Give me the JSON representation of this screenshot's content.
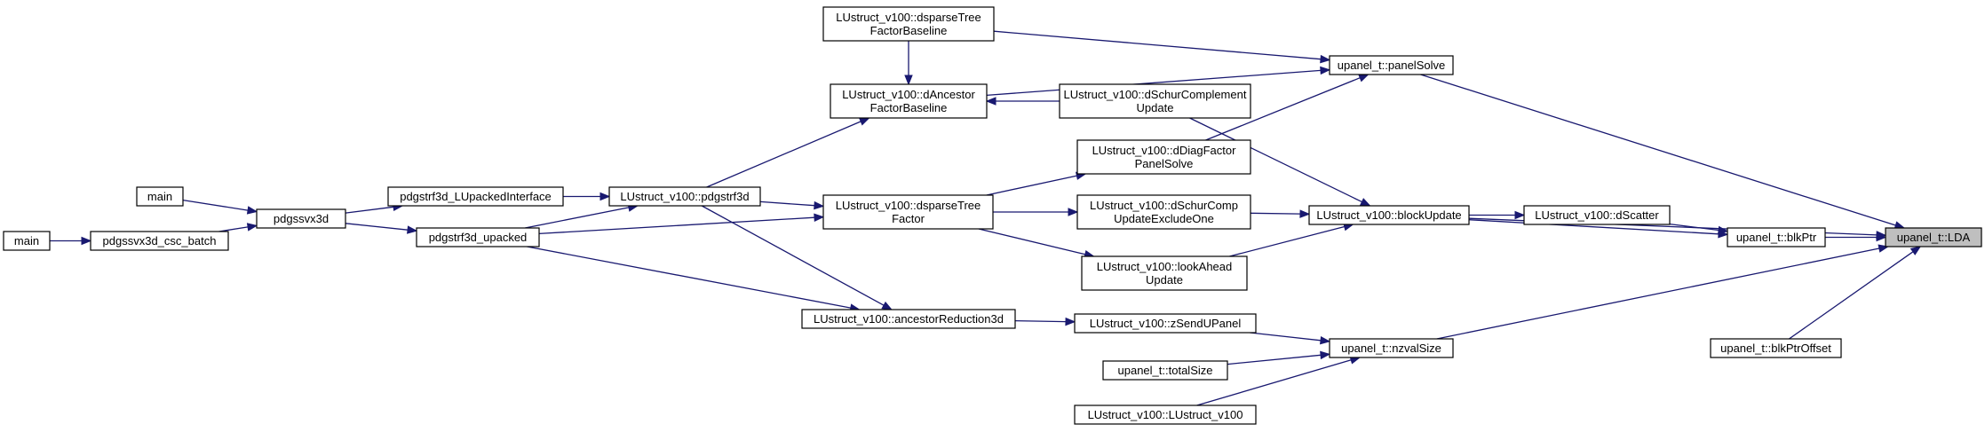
{
  "colors": {
    "edge": "#191970",
    "node_fill": "#ffffff",
    "focus_fill": "#bfbfbf",
    "border": "#000000"
  },
  "nodes": {
    "lda": [
      "upanel_t::LDA"
    ],
    "blkptr": [
      "upanel_t::blkPtr"
    ],
    "blkptroffset": [
      "upanel_t::blkPtrOffset"
    ],
    "dscatter": [
      "LUstruct_v100::dScatter"
    ],
    "blockupdate": [
      "LUstruct_v100::blockUpdate"
    ],
    "panelsolve": [
      "upanel_t::panelSolve"
    ],
    "nzvalsize": [
      "upanel_t::nzvalSize"
    ],
    "dspbaseline": [
      "LUstruct_v100::dsparseTree",
      "FactorBaseline"
    ],
    "dancestorbaseline": [
      "LUstruct_v100::dAncestor",
      "FactorBaseline"
    ],
    "dschurcomp": [
      "LUstruct_v100::dSchurComplement",
      "Update"
    ],
    "ddiagfactor": [
      "LUstruct_v100::dDiagFactor",
      "PanelSolve"
    ],
    "dschurcompexcl": [
      "LUstruct_v100::dSchurComp",
      "UpdateExcludeOne"
    ],
    "lookahead": [
      "LUstruct_v100::lookAhead",
      "Update"
    ],
    "zsendupanel": [
      "LUstruct_v100::zSendUPanel"
    ],
    "totalsize": [
      "upanel_t::totalSize"
    ],
    "luctor": [
      "LUstruct_v100::LUstruct_v100"
    ],
    "dsparsetree": [
      "LUstruct_v100::dsparseTree",
      "Factor"
    ],
    "ancestorred": [
      "LUstruct_v100::ancestorReduction3d"
    ],
    "pdgstrf3d": [
      "LUstruct_v100::pdgstrf3d"
    ],
    "lupackedif": [
      "pdgstrf3d_LUpackedInterface"
    ],
    "upacked": [
      "pdgstrf3d_upacked"
    ],
    "pdgssvx3d": [
      "pdgssvx3d"
    ],
    "main1": [
      "main"
    ],
    "csc_batch": [
      "pdgssvx3d_csc_batch"
    ],
    "main2": [
      "main"
    ]
  },
  "edges": [
    [
      "blkptr",
      "lda"
    ],
    [
      "blkptroffset",
      "lda"
    ],
    [
      "blockupdate",
      "lda"
    ],
    [
      "panelsolve",
      "lda"
    ],
    [
      "nzvalsize",
      "lda"
    ],
    [
      "dscatter",
      "blkptr"
    ],
    [
      "blockupdate",
      "blkptr"
    ],
    [
      "blockupdate",
      "dscatter"
    ],
    [
      "dschurcomp",
      "blockupdate"
    ],
    [
      "dschurcompexcl",
      "blockupdate"
    ],
    [
      "lookahead",
      "blockupdate"
    ],
    [
      "dspbaseline",
      "panelsolve"
    ],
    [
      "dancestorbaseline",
      "panelsolve"
    ],
    [
      "ddiagfactor",
      "panelsolve"
    ],
    [
      "zsendupanel",
      "nzvalsize"
    ],
    [
      "totalsize",
      "nzvalsize"
    ],
    [
      "luctor",
      "nzvalsize"
    ],
    [
      "dspbaseline",
      "dancestorbaseline"
    ],
    [
      "dschurcomp",
      "dancestorbaseline"
    ],
    [
      "dsparsetree",
      "ddiagfactor"
    ],
    [
      "dsparsetree",
      "dschurcompexcl"
    ],
    [
      "dsparsetree",
      "lookahead"
    ],
    [
      "ancestorred",
      "zsendupanel"
    ],
    [
      "pdgstrf3d",
      "dancestorbaseline"
    ],
    [
      "pdgstrf3d",
      "dsparsetree"
    ],
    [
      "upacked",
      "dsparsetree"
    ],
    [
      "pdgstrf3d",
      "ancestorred"
    ],
    [
      "upacked",
      "ancestorred"
    ],
    [
      "lupackedif",
      "pdgstrf3d"
    ],
    [
      "upacked",
      "pdgstrf3d"
    ],
    [
      "pdgssvx3d",
      "lupackedif"
    ],
    [
      "pdgssvx3d",
      "upacked"
    ],
    [
      "main1",
      "pdgssvx3d"
    ],
    [
      "csc_batch",
      "pdgssvx3d"
    ],
    [
      "main2",
      "csc_batch"
    ]
  ]
}
